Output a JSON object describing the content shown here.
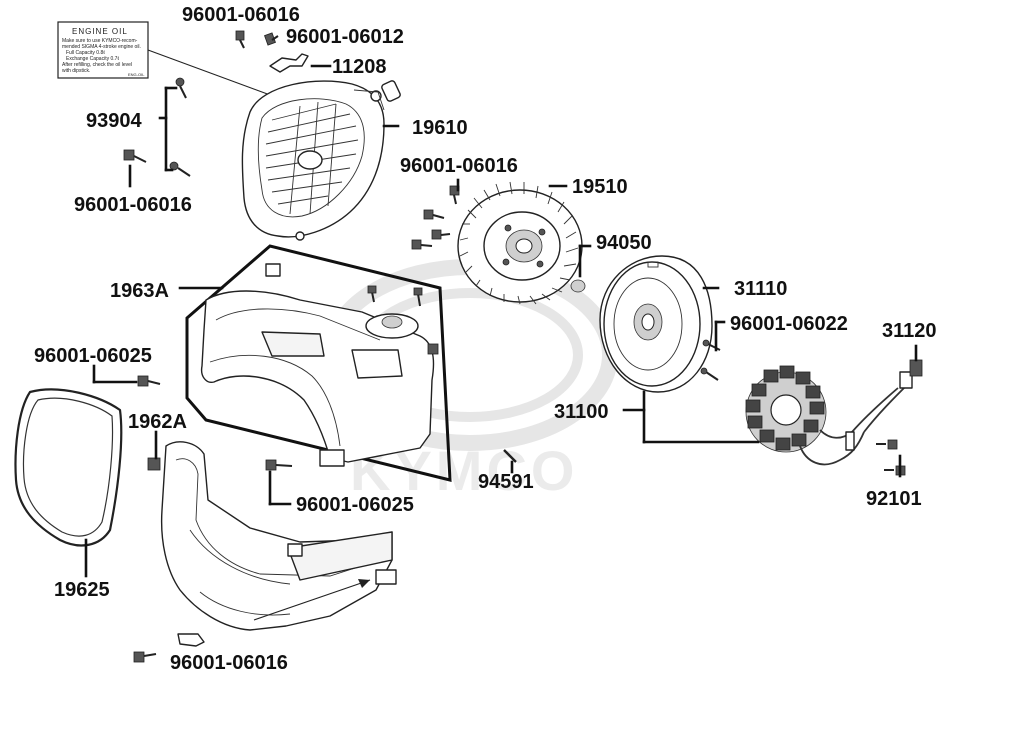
{
  "watermark": {
    "text": "KYMCO"
  },
  "oil_decal": {
    "title": "ENGINE OIL",
    "lines": [
      "Make sure to use KYMCO-recom-",
      "mended SIGMA 4-stroke engine oil.",
      "Full Capacity      0.8ℓ",
      "Exchange Capacity  0.7ℓ",
      "After refilling, check the oil level",
      "with dipstick."
    ],
    "code": "ENG-OIL"
  },
  "labels": {
    "p96001_06016_top": "96001-06016",
    "p96001_06012": "96001-06012",
    "p11208": "11208",
    "p93904": "93904",
    "p19610": "19610",
    "p96001_06016_left": "96001-06016",
    "p96001_06016_fan": "96001-06016",
    "p19510": "19510",
    "p94050": "94050",
    "p1963A": "1963A",
    "p31110": "31110",
    "p96001_06022": "96001-06022",
    "p31120": "31120",
    "p96001_06025_a": "96001-06025",
    "p31100": "31100",
    "p1962A": "1962A",
    "p94591": "94591",
    "p96001_06025_b": "96001-06025",
    "p92101": "92101",
    "p19625": "19625",
    "p96001_06016_bottom": "96001-06016"
  }
}
